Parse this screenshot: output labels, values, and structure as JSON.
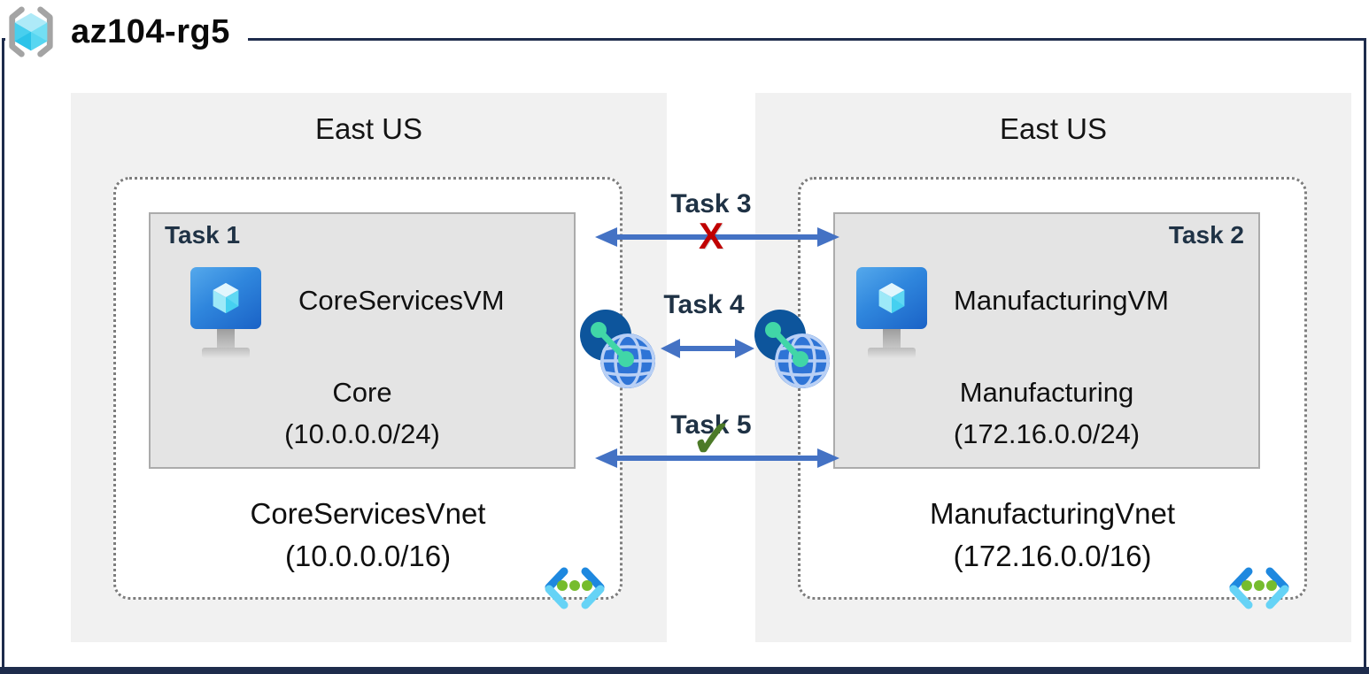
{
  "title": "az104-rg5",
  "regions": [
    {
      "name": "East US",
      "vnet": {
        "name": "CoreServicesVnet",
        "cidr": "(10.0.0.0/16)",
        "subnet": {
          "task": "Task 1",
          "vm": "CoreServicesVM",
          "name": "Core",
          "cidr": "(10.0.0.0/24)"
        }
      }
    },
    {
      "name": "East US",
      "vnet": {
        "name": "ManufacturingVnet",
        "cidr": "(172.16.0.0/16)",
        "subnet": {
          "task": "Task 2",
          "vm": "ManufacturingVM",
          "name": "Manufacturing",
          "cidr": "(172.16.0.0/24)"
        }
      }
    }
  ],
  "connections": [
    {
      "label": "Task 3",
      "status": "blocked",
      "marker": "X"
    },
    {
      "label": "Task 4",
      "status": "peering",
      "marker": ""
    },
    {
      "label": "Task 5",
      "status": "allowed",
      "marker": "✓"
    }
  ],
  "colors": {
    "frame": "#1e2c4c",
    "region_fill": "#f1f1f1",
    "subnet_fill": "#e4e4e4",
    "arrow": "#4472c4",
    "blocked": "#c00000",
    "allowed": "#4c7a28",
    "task_label": "#1f3245",
    "vnet_icon_blue": "#1e88df",
    "vnet_icon_cyan": "#66d3f6",
    "peer_green": "#41d6a7"
  }
}
